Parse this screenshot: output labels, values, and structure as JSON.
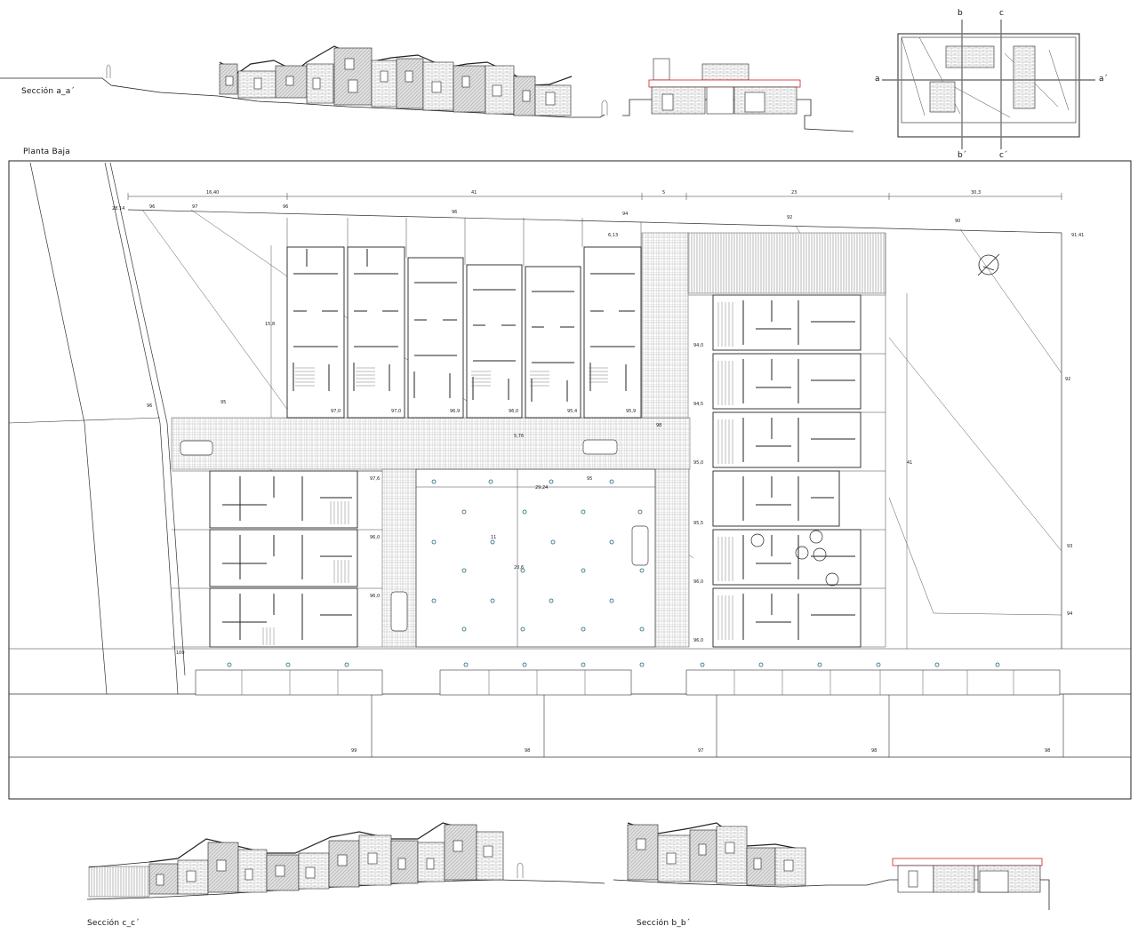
{
  "titles": {
    "section_aa": "Sección a_a´",
    "section_cc": "Sección c_c´",
    "section_bb": "Sección b_b´",
    "plan": "Planta Baja"
  },
  "key_plan": {
    "a": "a",
    "a_prime": "a´",
    "b": "b",
    "b_prime": "b´",
    "c": "c",
    "c_prime": "c´"
  },
  "dimensions": {
    "top": [
      "16,40",
      "41",
      "5",
      "23",
      "30,3"
    ],
    "corners": [
      "28.14",
      "91.41",
      "100"
    ],
    "boundary": [
      "96",
      "97",
      "96",
      "96",
      "94",
      "92",
      "90",
      "92",
      "93",
      "94",
      "96",
      "95"
    ],
    "street": [
      "99",
      "98",
      "97",
      "98",
      "98"
    ],
    "units_top": [
      "97,0",
      "97,0",
      "96,9",
      "96,0",
      "95,4",
      "95,9"
    ],
    "units_left": [
      "97,6",
      "96,0",
      "96,0"
    ],
    "units_right": [
      "94,0",
      "94,5",
      "95,0",
      "95,5",
      "96,0",
      "96,0"
    ],
    "plaza": [
      "29,24",
      "95",
      "5,76",
      "20,6",
      "11",
      "15,8",
      "6,13",
      "98",
      "41"
    ]
  }
}
